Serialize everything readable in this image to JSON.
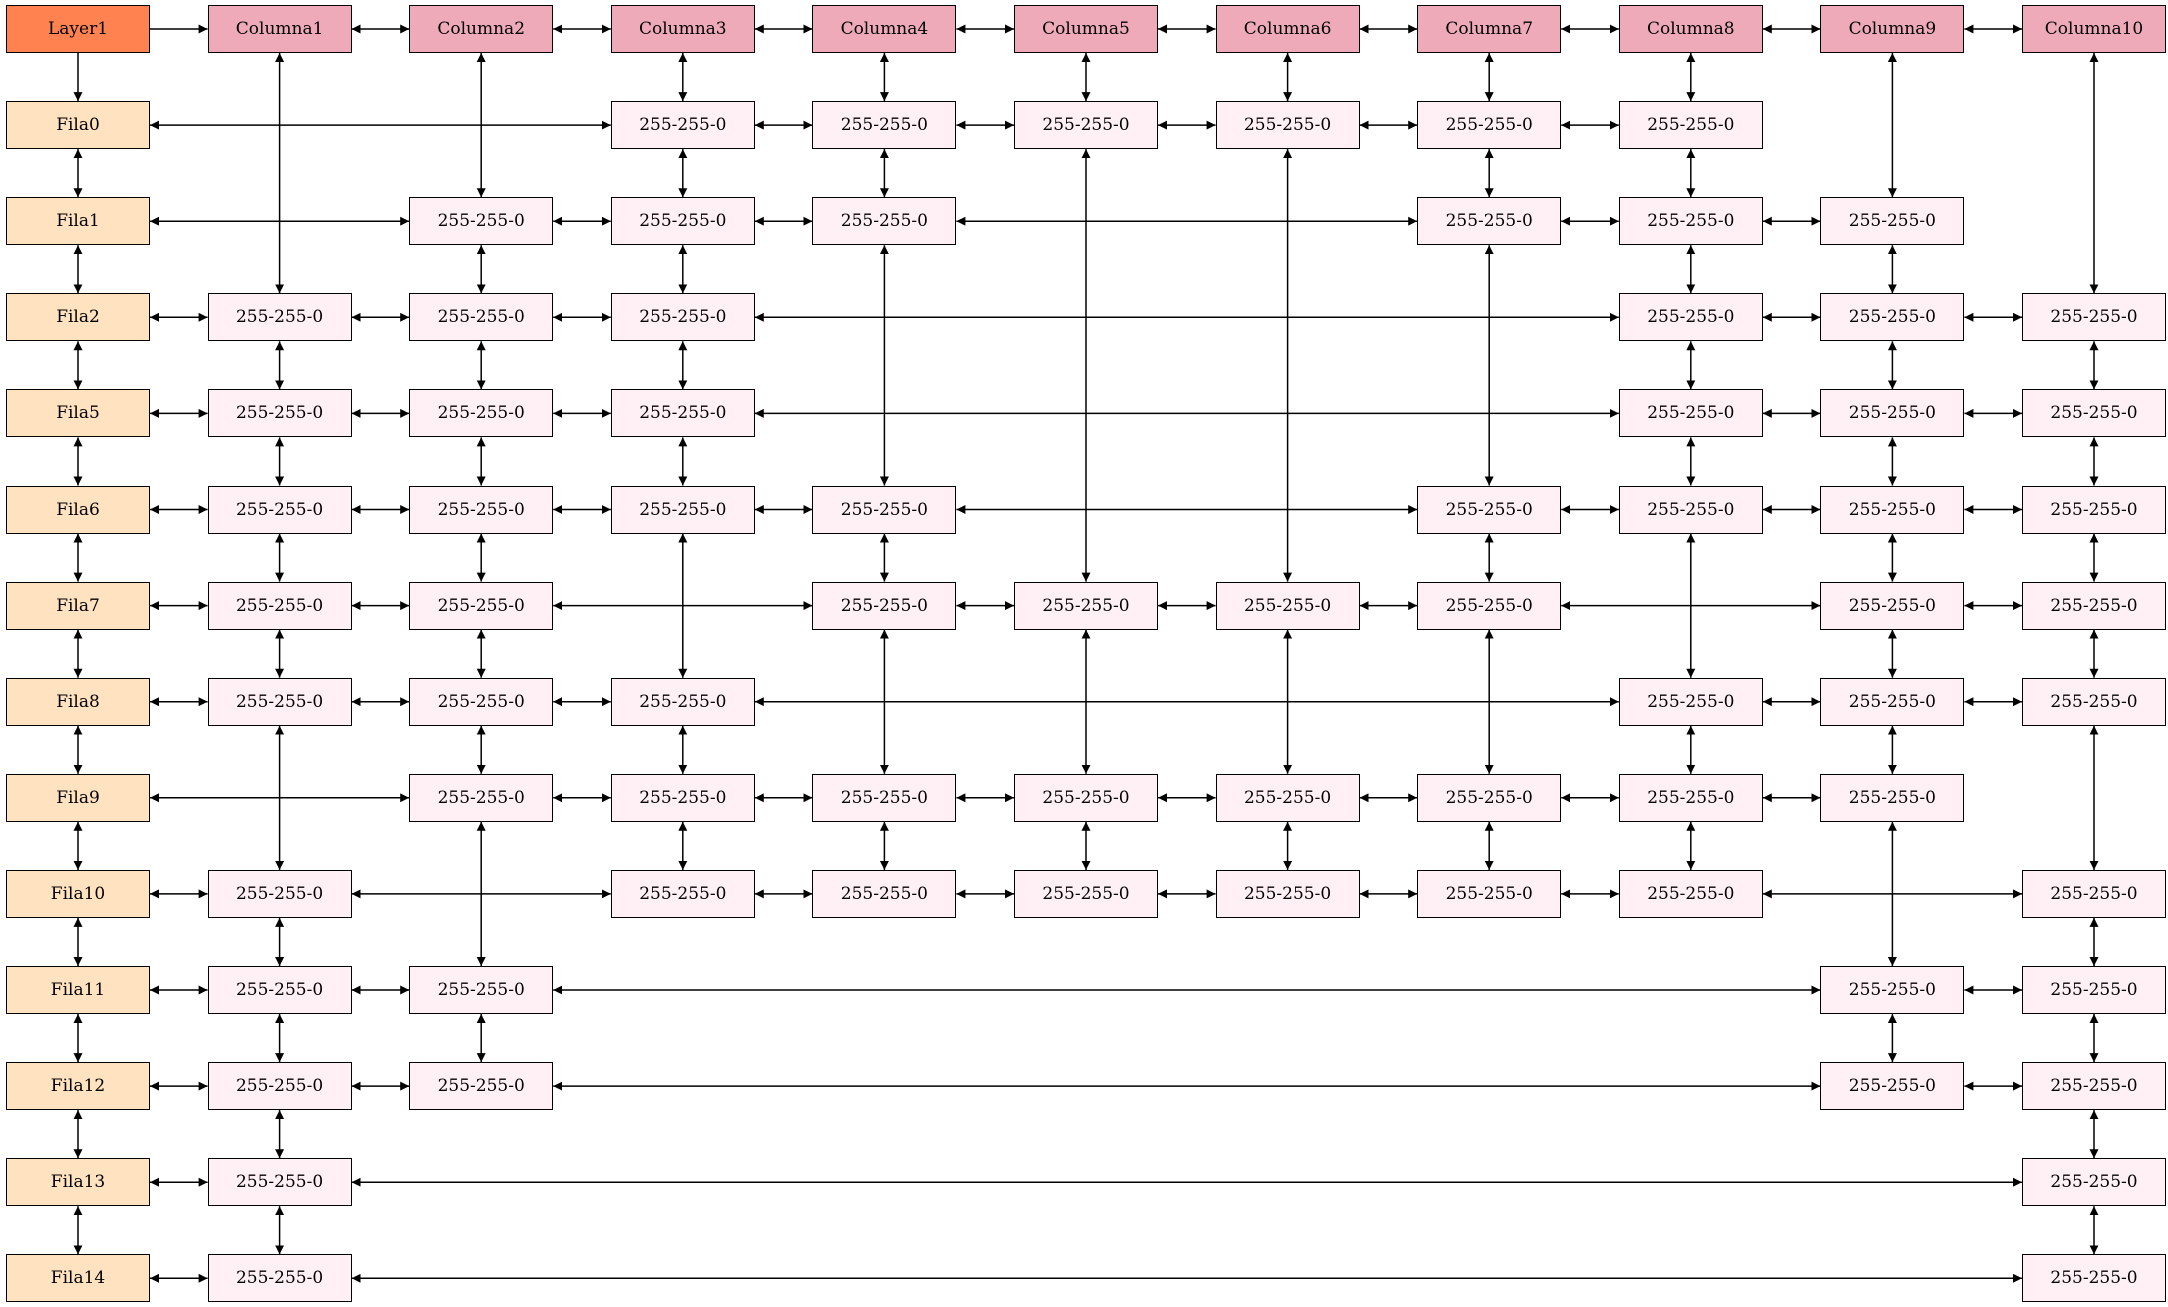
{
  "colors": {
    "root": "#ff8250",
    "column": "#eeaab9",
    "row": "#ffe2c0",
    "cell": "#fff0f5",
    "edge": "#000000"
  },
  "root": {
    "label": "Layer1"
  },
  "columns": [
    "Columna1",
    "Columna2",
    "Columna3",
    "Columna4",
    "Columna5",
    "Columna6",
    "Columna7",
    "Columna8",
    "Columna9",
    "Columna10"
  ],
  "rows": [
    {
      "label": "Fila0",
      "cols": [
        3,
        4,
        5,
        6,
        7,
        8
      ]
    },
    {
      "label": "Fila1",
      "cols": [
        2,
        3,
        4,
        7,
        8,
        9
      ]
    },
    {
      "label": "Fila2",
      "cols": [
        1,
        2,
        3,
        8,
        9,
        10
      ]
    },
    {
      "label": "Fila5",
      "cols": [
        1,
        2,
        3,
        8,
        9,
        10
      ]
    },
    {
      "label": "Fila6",
      "cols": [
        1,
        2,
        3,
        4,
        7,
        8,
        9,
        10
      ]
    },
    {
      "label": "Fila7",
      "cols": [
        1,
        2,
        4,
        5,
        6,
        7,
        9,
        10
      ]
    },
    {
      "label": "Fila8",
      "cols": [
        1,
        2,
        3,
        8,
        9,
        10
      ]
    },
    {
      "label": "Fila9",
      "cols": [
        2,
        3,
        4,
        5,
        6,
        7,
        8,
        9
      ]
    },
    {
      "label": "Fila10",
      "cols": [
        1,
        3,
        4,
        5,
        6,
        7,
        8,
        10
      ]
    },
    {
      "label": "Fila11",
      "cols": [
        1,
        2,
        9,
        10
      ]
    },
    {
      "label": "Fila12",
      "cols": [
        1,
        2,
        9,
        10
      ]
    },
    {
      "label": "Fila13",
      "cols": [
        1,
        10
      ]
    },
    {
      "label": "Fila14",
      "cols": [
        1,
        10
      ]
    }
  ],
  "cell_label": "255-255-0"
}
